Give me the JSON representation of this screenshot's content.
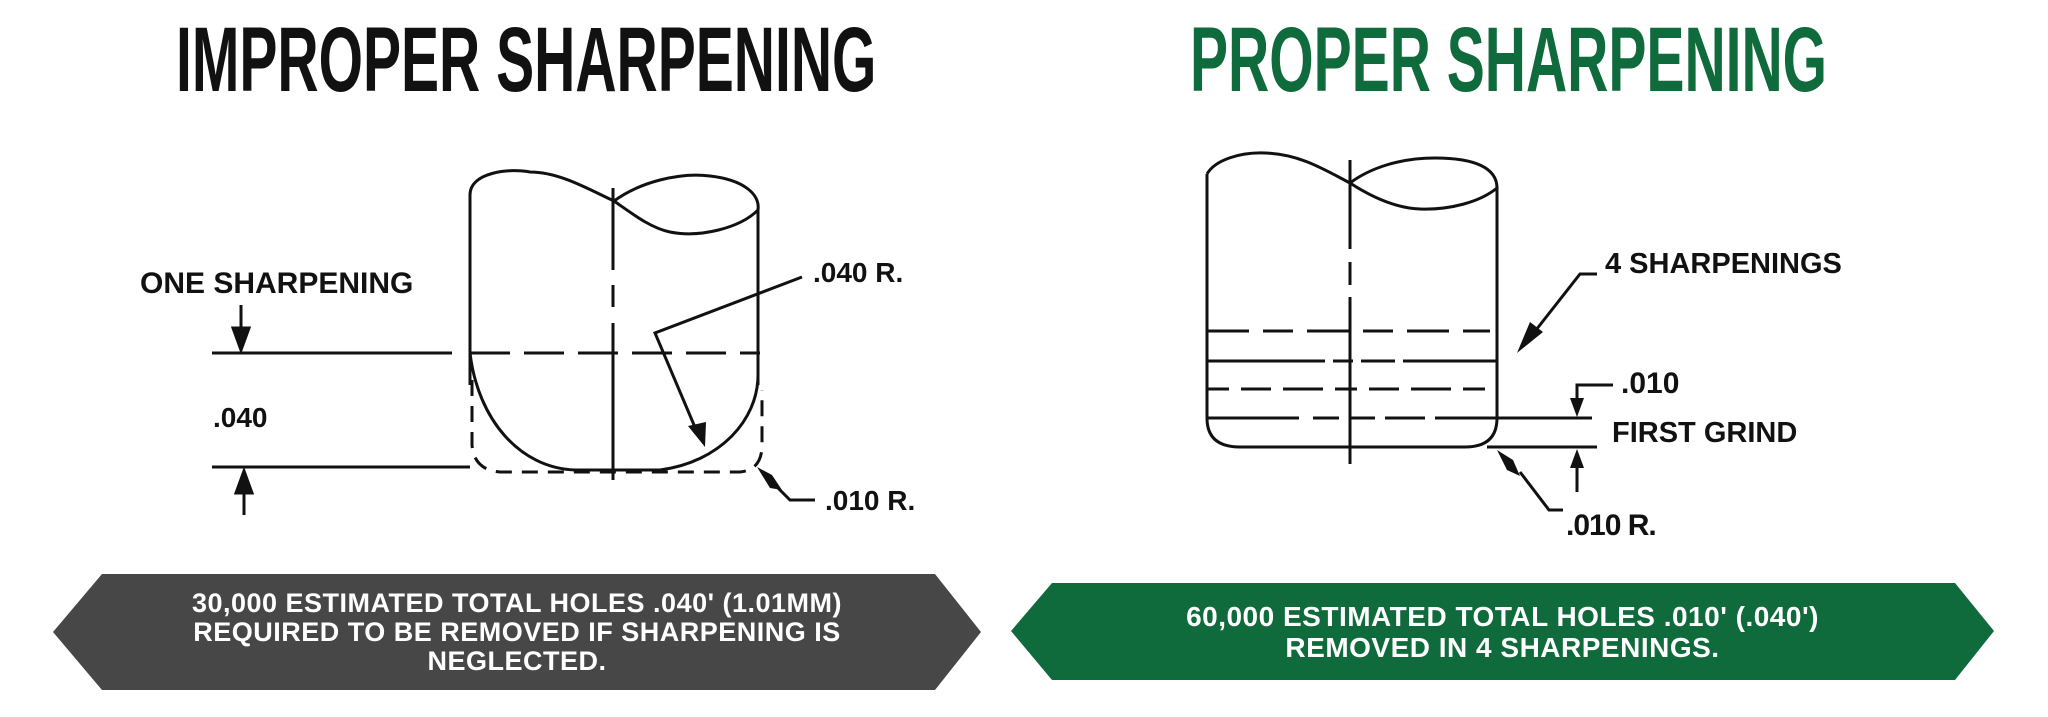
{
  "colors": {
    "accent_green": "#0f6a3c",
    "banner_gray": "#474747",
    "ink": "#111111",
    "background": "#ffffff"
  },
  "left_panel": {
    "title": "IMPROPER SHARPENING",
    "labels": {
      "one_sharpening": "ONE SHARPENING",
      "depth": ".040",
      "large_radius": ".040 R.",
      "small_radius": ".010 R."
    },
    "banner": {
      "lines": [
        "30,000 ESTIMATED TOTAL HOLES .040' (1.01MM)",
        "REQUIRED TO BE REMOVED IF SHARPENING IS",
        "NEGLECTED."
      ]
    }
  },
  "right_panel": {
    "title": "PROPER SHARPENING",
    "labels": {
      "sharpenings": "4 SHARPENINGS",
      "grind_depth": ".010",
      "first_grind": "FIRST GRIND",
      "small_radius": ".010 R."
    },
    "banner": {
      "lines": [
        "60,000 ESTIMATED TOTAL HOLES .010' (.040')",
        "REMOVED IN 4 SHARPENINGS."
      ]
    }
  }
}
